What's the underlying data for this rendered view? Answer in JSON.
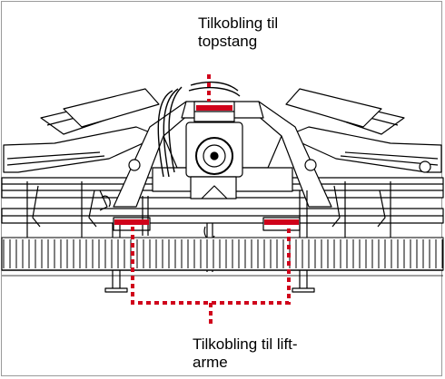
{
  "labels": {
    "top_line1": "Tilkobling til",
    "top_line2": "topstang",
    "bottom_line1": "Tilkobling til lift-",
    "bottom_line2": "arme"
  },
  "colors": {
    "marker": "#d0021b",
    "line": "#000000",
    "frame": "#9a9a9a"
  },
  "icons": {
    "machine": "rotary-harrow-drawing"
  }
}
